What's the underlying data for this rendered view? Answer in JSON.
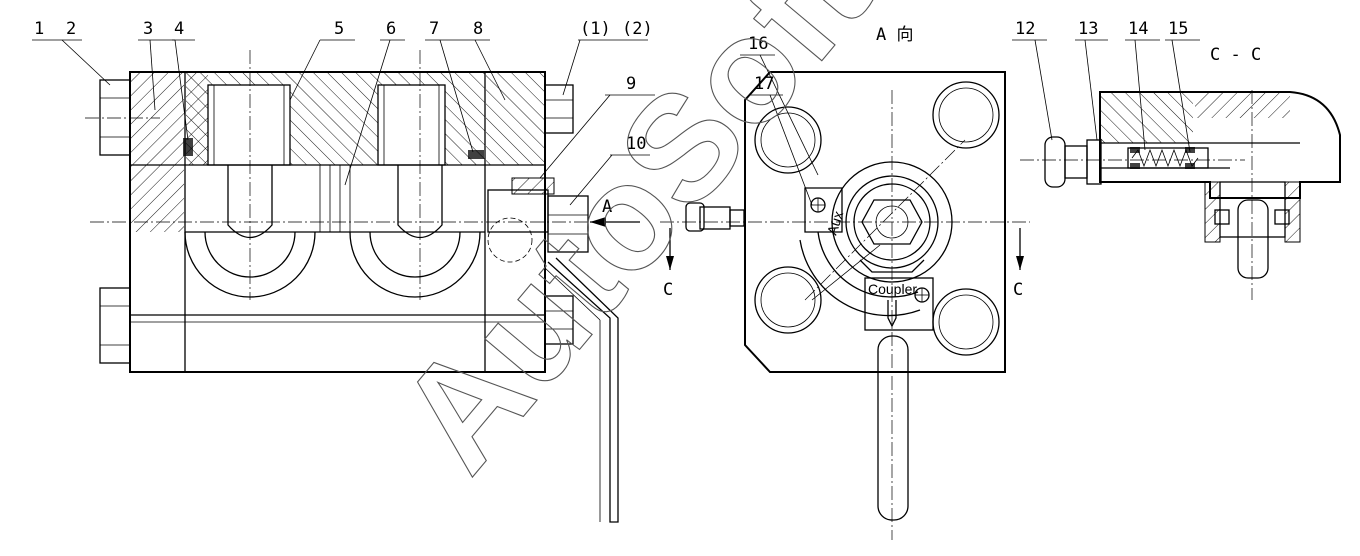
{
  "callouts": {
    "c1": "1",
    "c2": "2",
    "c3": "3",
    "c4": "4",
    "c5": "5",
    "c6": "6",
    "c7": "7",
    "c8": "8",
    "c9": "9",
    "c10": "10",
    "c12": "12",
    "c13": "13",
    "c14": "14",
    "c15": "15",
    "c16": "16",
    "c17": "17",
    "p1": "(1)",
    "p2": "(2)"
  },
  "views": {
    "view_a_title": "A 向",
    "section_title": "C - C",
    "arrow_a": "A",
    "arrow_c": "C"
  },
  "plate_labels": {
    "aux": "Aux",
    "coupler": "Coupler"
  },
  "watermark": "AutoSoft"
}
